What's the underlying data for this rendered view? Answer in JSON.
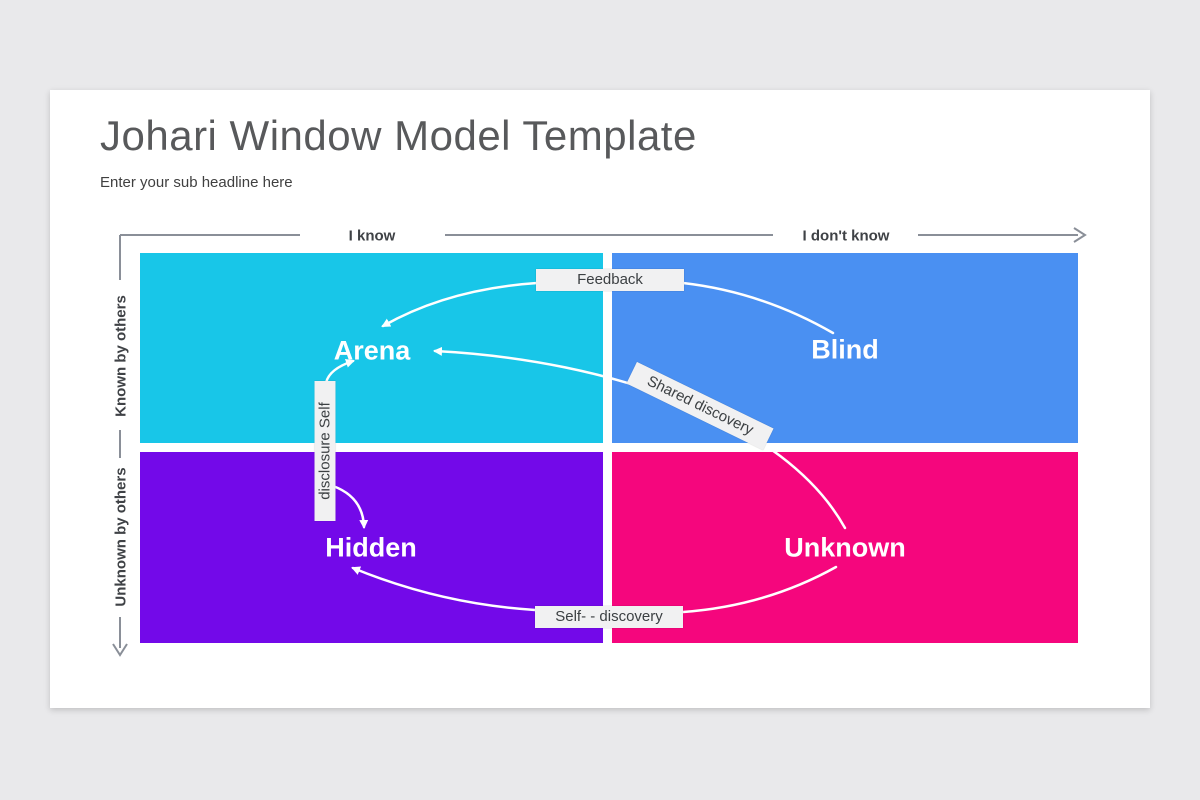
{
  "page": {
    "title": "Johari Window Model Template",
    "subtitle": "Enter your sub headline here"
  },
  "axes": {
    "x_left_label": "I know",
    "x_right_label": "I don't know",
    "y_top_label": "Known by others",
    "y_bottom_label": "Unknown by others"
  },
  "quadrants": [
    {
      "id": "arena",
      "label": "Arena",
      "color": "#18c6e8"
    },
    {
      "id": "blind",
      "label": "Blind",
      "color": "#4a90f2"
    },
    {
      "id": "hidden",
      "label": "Hidden",
      "color": "#7309e9"
    },
    {
      "id": "unknown",
      "label": "Unknown",
      "color": "#f5067d"
    }
  ],
  "annotations": {
    "feedback": "Feedback",
    "shared_discovery": "Shared discovery",
    "self_disclosure": "disclosure Self",
    "self_discovery": "Self- - discovery"
  },
  "colors": {
    "axis": "#8a8f98",
    "curve": "#ffffff",
    "card_bg": "#ffffff",
    "page_bg": "#e9e9eb",
    "title_text": "#58595b",
    "tag_bg": "#f1f1f2",
    "tag_text": "#3c4043"
  }
}
